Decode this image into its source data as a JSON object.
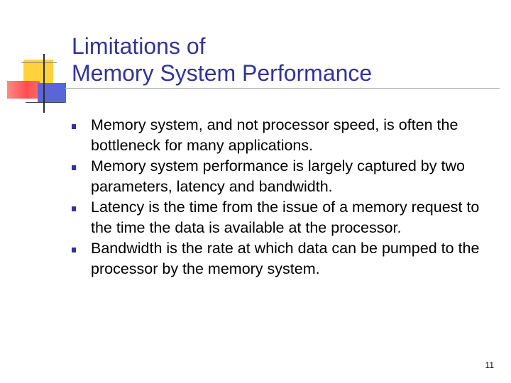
{
  "slide": {
    "title_lines": [
      "Limitations of",
      "Memory System Performance"
    ],
    "bullets": [
      "Memory system, and not processor speed, is often the bottleneck for many applications.",
      "Memory system performance is largely captured by two parameters, latency and bandwidth.",
      "Latency is the time from the issue of a memory request to the time the data is available at the processor.",
      "Bandwidth is the rate at which data can be pumped to the processor by the memory system."
    ],
    "page_number": "11"
  },
  "colors": {
    "title": "#333399",
    "bullet_marker": "#333399",
    "deco_yellow": "#ffd23c",
    "deco_red": "#ff4d4d",
    "deco_blue": "#5a66d8"
  },
  "icons": {
    "bullet": "square-bullet-icon"
  }
}
